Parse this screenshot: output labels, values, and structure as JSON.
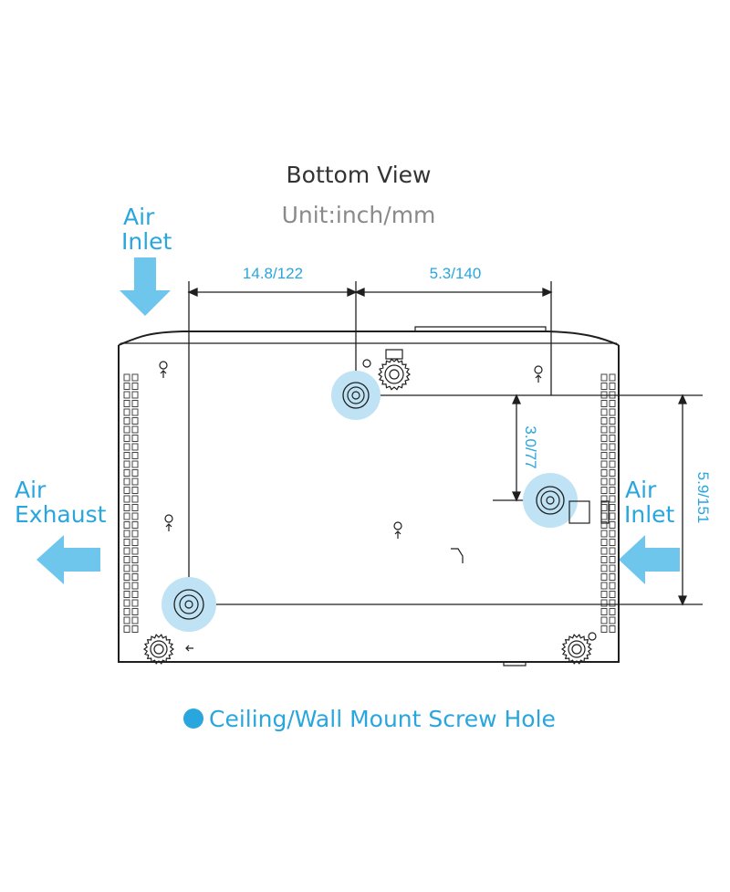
{
  "title": "Bottom View",
  "unit": "Unit:inch/mm",
  "air_inlet_top": {
    "line1": "Air",
    "line2": "Inlet"
  },
  "air_inlet_right": {
    "line1": "Air",
    "line2": "Inlet"
  },
  "air_exhaust": {
    "line1": "Air",
    "line2": "Exhaust"
  },
  "dimensions": {
    "left_horizontal": "14.8/122",
    "right_horizontal": "5.3/140",
    "inner_vertical": "3.0/77",
    "outer_vertical": "5.9/151"
  },
  "legend": {
    "label": "Ceiling/Wall Mount Screw Hole",
    "marker_color": "#29a6de"
  },
  "colors": {
    "accent": "#29a6de",
    "mount_halo": "#bfe3f5",
    "arrow": "#6ec6ec",
    "outline": "#1f1f1f"
  }
}
